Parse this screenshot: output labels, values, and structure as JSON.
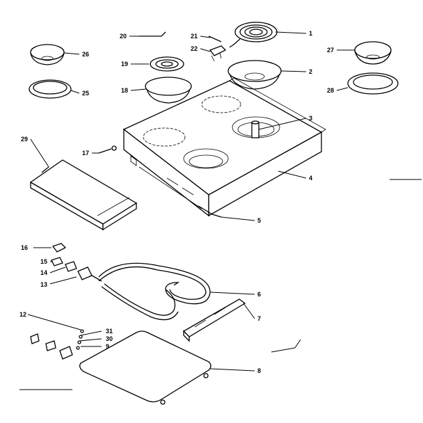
{
  "diagram": {
    "labels": {
      "p1": "1",
      "p2": "2",
      "p3": "3",
      "p4": "4",
      "p5": "5",
      "p6": "6",
      "p7": "7",
      "p8": "8",
      "p9": "9",
      "p12": "12",
      "p13": "13",
      "p14": "14",
      "p15": "15",
      "p16": "16",
      "p17": "17",
      "p18": "18",
      "p19": "19",
      "p20": "20",
      "p21": "21",
      "p22": "22",
      "p25": "25",
      "p26": "26",
      "p27": "27",
      "p28": "28",
      "p29": "29",
      "p30": "30",
      "p31": "31"
    }
  }
}
